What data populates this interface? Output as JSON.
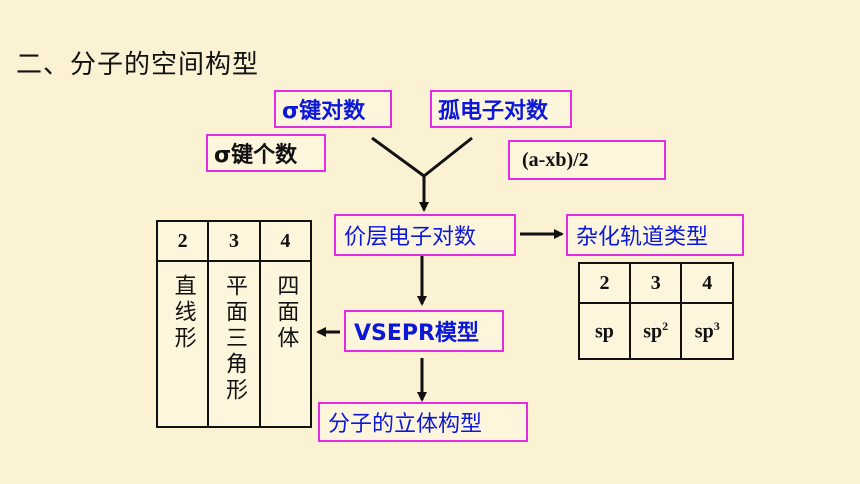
{
  "title": "二、分子的空间构型",
  "boxes": {
    "sigma_pairs": "σ键对数",
    "lone_pairs": "孤电子对数",
    "sigma_count": "σ键个数",
    "lone_formula": "(a-xb)/2",
    "valence_pairs": "价层电子对数",
    "hybrid_type": "杂化轨道类型",
    "vsepr": "VSEPR模型",
    "molecule_shape": "分子的立体构型"
  },
  "shape_table": {
    "headers": [
      "2",
      "3",
      "4"
    ],
    "shapes": [
      "直线形",
      "平面三角形",
      "四面体"
    ]
  },
  "hybrid_table": {
    "headers": [
      "2",
      "3",
      "4"
    ],
    "types": [
      {
        "base": "sp",
        "sup": ""
      },
      {
        "base": "sp",
        "sup": "2"
      },
      {
        "base": "sp",
        "sup": "3"
      }
    ]
  },
  "colors": {
    "background": "#fbf1d3",
    "box_border": "#e22de2",
    "accent_text": "#0b18d8"
  }
}
